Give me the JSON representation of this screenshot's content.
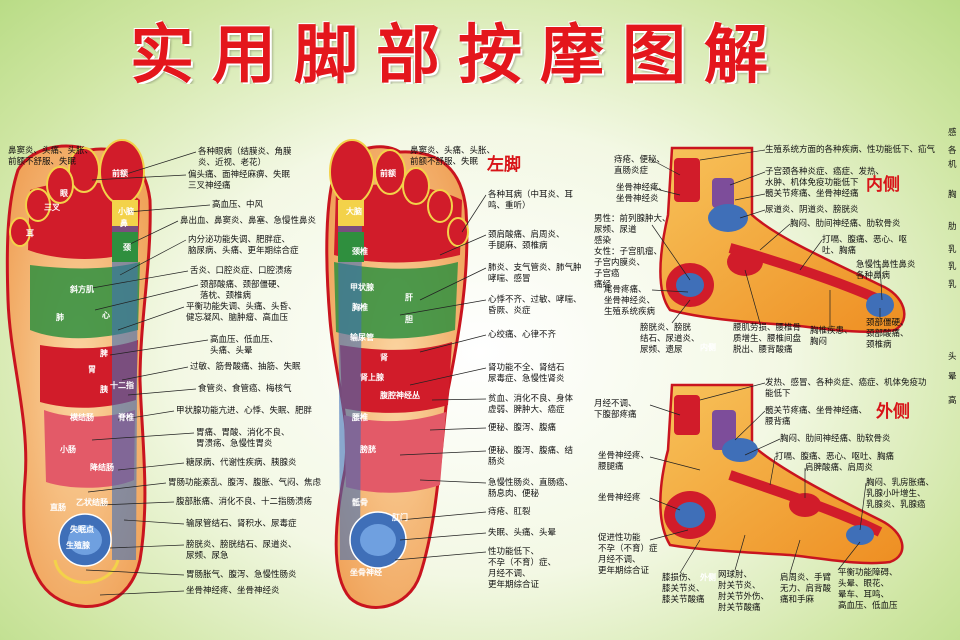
{
  "title": "实用脚部按摩图解",
  "headings": {
    "left_foot": "左脚",
    "inner": "内侧",
    "outer": "外侧"
  },
  "sole_labels": [
    {
      "id": "s1",
      "lines": [
        "鼻窦炎、头痛、头胀、",
        "前额不舒服、失眠"
      ]
    },
    {
      "id": "s2",
      "lines": [
        "各种耳病（中耳炎、耳",
        "鸣、重听）"
      ]
    },
    {
      "id": "s3",
      "lines": [
        "颈肩酸痛、肩周炎、",
        "手腿麻、颈椎病"
      ]
    },
    {
      "id": "s4",
      "lines": [
        "肺炎、支气管炎、肺气肿",
        "哮喘、感冒"
      ]
    },
    {
      "id": "s5",
      "lines": [
        "心悸不齐、过敏、哮喘、",
        "昏厥、炎症"
      ]
    },
    {
      "id": "s6",
      "lines": [
        "心绞痛、心律不齐"
      ]
    },
    {
      "id": "s7",
      "lines": [
        "肾功能不全、肾结石",
        "尿毒症、急慢性肾炎"
      ]
    },
    {
      "id": "s8",
      "lines": [
        "贫血、消化不良、身体",
        "虚弱、脾肿大、癌症"
      ]
    },
    {
      "id": "s9",
      "lines": [
        "便秘、腹泻、腹痛"
      ]
    },
    {
      "id": "s10",
      "lines": [
        "便秘、腹泻、腹痛、结",
        "肠炎"
      ]
    },
    {
      "id": "s11",
      "lines": [
        "急慢性肠炎、直肠癌、",
        "肠息肉、便秘"
      ]
    },
    {
      "id": "s12",
      "lines": [
        "痔疮、肛裂"
      ]
    },
    {
      "id": "s13",
      "lines": [
        "失眠、头痛、头晕"
      ]
    },
    {
      "id": "s14",
      "lines": [
        "性功能低下、",
        "不孕（不育）症、",
        "月经不调、",
        "更年期综合证"
      ]
    }
  ],
  "center_labels": [
    {
      "id": "c1",
      "lines": [
        "各种眼病（结膜炎、角膜",
        "炎、近视、老花）"
      ]
    },
    {
      "id": "c2",
      "lines": [
        "偏头痛、面神经麻痹、失眠",
        "三叉神经痛"
      ]
    },
    {
      "id": "c3",
      "lines": [
        "高血压、中风"
      ]
    },
    {
      "id": "c4",
      "lines": [
        "鼻出血、鼻窦炎、鼻塞、急慢性鼻炎"
      ]
    },
    {
      "id": "c5",
      "lines": [
        "内分泌功能失调、肥胖症、",
        "脑尿病、头痛、更年期综合症"
      ]
    },
    {
      "id": "c6",
      "lines": [
        "舌炎、口腔炎症、口腔溃疡"
      ]
    },
    {
      "id": "c7",
      "lines": [
        "颈部酸痛、颈部僵硬、",
        "落枕、颈椎病"
      ]
    },
    {
      "id": "c8",
      "lines": [
        "平衡功能失调、头痛、头昏、",
        "健忘凝风、脑肿瘤、高血压"
      ]
    },
    {
      "id": "c9",
      "lines": [
        "高血压、低血压、",
        "头痛、头晕"
      ]
    },
    {
      "id": "c10",
      "lines": [
        "过敏、筋骨酸痛、抽筋、失眠"
      ]
    },
    {
      "id": "c11",
      "lines": [
        "食管炎、食管癌、梅核气"
      ]
    },
    {
      "id": "c12",
      "lines": [
        "甲状腺功能亢进、心悸、失眠、肥胖"
      ]
    },
    {
      "id": "c13",
      "lines": [
        "胃痛、胃酸、消化不良、",
        "胃溃疡、急慢性胃炎"
      ]
    },
    {
      "id": "c14",
      "lines": [
        "糖尿病、代谢性疾病、胰腺炎"
      ]
    },
    {
      "id": "c15",
      "lines": [
        "胃肠功能紊乱、腹泻、腹胀、气闷、焦虑"
      ]
    },
    {
      "id": "c16",
      "lines": [
        "腹部胀痛、消化不良、十二指肠溃疡"
      ]
    },
    {
      "id": "c17",
      "lines": [
        "输尿管结石、肾积水、尿毒症"
      ]
    },
    {
      "id": "c18",
      "lines": [
        "膀胱炎、膀胱结石、尿道炎、",
        "尿频、尿急"
      ]
    },
    {
      "id": "c19",
      "lines": [
        "胃肠胀气、腹泻、急慢性肠炎"
      ]
    },
    {
      "id": "c20",
      "lines": [
        "坐骨神经疼、坐骨神经炎"
      ]
    }
  ],
  "inner_labels": [
    {
      "id": "i1",
      "lines": [
        "痔疮、便秘、",
        "直肠炎症"
      ]
    },
    {
      "id": "i2",
      "lines": [
        "坐骨神经疼、",
        "坐骨神经炎"
      ]
    },
    {
      "id": "i3",
      "lines": [
        "男性：前列腺肿大、",
        "尿频、尿道",
        "感染",
        "女性：子宫肌瘤、",
        "子宫内膜炎、",
        "子宫癌",
        "痛经"
      ]
    },
    {
      "id": "i4",
      "lines": [
        "尾骨疼痛、",
        "坐骨神经炎、",
        "生殖系统疾病"
      ]
    },
    {
      "id": "i5",
      "lines": [
        "膀胱炎、膀胱",
        "结石、尿道炎、",
        "尿频、遗尿"
      ]
    },
    {
      "id": "i6",
      "lines": [
        "腰肌劳损、腰椎骨",
        "质增生、腰椎间盘",
        "脱出、腰背酸痛"
      ]
    },
    {
      "id": "i7",
      "lines": [
        "胸椎疾患、",
        "胸闷"
      ]
    },
    {
      "id": "i8",
      "lines": [
        "颈部僵硬、",
        "颈部酸痛、",
        "颈椎病"
      ]
    },
    {
      "id": "i9",
      "lines": [
        "急慢性鼻性鼻炎",
        "各种鼻病"
      ]
    },
    {
      "id": "i10",
      "lines": [
        "打嗝、腹痛、恶心、呕",
        "吐、胸痛"
      ]
    },
    {
      "id": "i11",
      "lines": [
        "胸闷、肋间神经痛、肋软骨炎"
      ]
    },
    {
      "id": "i12",
      "lines": [
        "尿道炎、阴道炎、膀胱炎"
      ]
    },
    {
      "id": "i13",
      "lines": [
        "髋关节疼痛、坐骨神经痛"
      ]
    },
    {
      "id": "i14",
      "lines": [
        "子宫颈各种炎症、癌症、发热、",
        "水肿、机体免疫功能低下"
      ]
    },
    {
      "id": "i15",
      "lines": [
        "生殖系统方面的各种疾病、性功能低下、疝气"
      ]
    }
  ],
  "outer_labels": [
    {
      "id": "o1",
      "lines": [
        "发热、感冒、各种炎症、癌症、机体免疫功",
        "能低下"
      ]
    },
    {
      "id": "o2",
      "lines": [
        "月经不调、",
        "下腹部疼痛"
      ]
    },
    {
      "id": "o3",
      "lines": [
        "髋关节疼痛、坐骨神经痛、",
        "腰背痛"
      ]
    },
    {
      "id": "o4",
      "lines": [
        "胸闷、肋间神经痛、肋软骨炎"
      ]
    },
    {
      "id": "o5",
      "lines": [
        "坐骨神经疼、",
        "腰腿痛"
      ]
    },
    {
      "id": "o6",
      "lines": [
        "打嗝、腹痛、恶心、呕吐、胸痛"
      ]
    },
    {
      "id": "o7",
      "lines": [
        "肩脾酸痛、肩周炎"
      ]
    },
    {
      "id": "o8",
      "lines": [
        "坐骨神经疼"
      ]
    },
    {
      "id": "o9",
      "lines": [
        "胸闷、乳房胀痛、",
        "乳腺小叶增生、",
        "乳腺炎、乳腺癌"
      ]
    },
    {
      "id": "o10",
      "lines": [
        "促进性功能",
        "不孕（不育）症",
        "月经不调、",
        "更年期综合证"
      ]
    },
    {
      "id": "o11",
      "lines": [
        "平衡功能障碍、",
        "头晕、眼花、",
        "晕车、耳鸣、",
        "高血压、低血压"
      ]
    },
    {
      "id": "o12",
      "lines": [
        "膝损伤、",
        "膝关节炎、",
        "膝关节酸痛"
      ]
    },
    {
      "id": "o13",
      "lines": [
        "网球肘、",
        "肘关节炎、",
        "肘关节外伤、",
        "肘关节酸痛"
      ]
    },
    {
      "id": "o14",
      "lines": [
        "肩周炎、手臂",
        "无力、肩背酸",
        "痛和手麻"
      ]
    }
  ],
  "left_edge_labels": [
    {
      "id": "e1",
      "lines": [
        "鼻窦炎、头痛、头胀、",
        "前额不舒服、失眠"
      ]
    }
  ],
  "right_edge_fragments": [
    "感",
    "各",
    "机",
    "胸",
    "肋",
    "乳",
    "乳",
    "乳",
    "头",
    "晕",
    "高"
  ],
  "foot_zone_text": [
    "前额",
    "前额",
    "小脑",
    "三叉",
    "鼻",
    "颈",
    "眼",
    "耳",
    "斜方肌",
    "肺",
    "心",
    "脾",
    "胃",
    "胰",
    "十二指",
    "横结肠",
    "小肠",
    "降结肠",
    "乙状结肠",
    "直肠",
    "失眠点",
    "生殖腺",
    "大脑",
    "肾",
    "输尿管",
    "膀胱",
    "甲状腺",
    "肝",
    "胆",
    "腹腔神经丛",
    "肾上腺",
    "坐骨神经",
    "脊椎",
    "颈椎",
    "胸椎",
    "腰椎",
    "骶骨",
    "肛门",
    "内侧",
    "外侧"
  ],
  "colors": {
    "title": "#e4161c",
    "heading": "#d81418",
    "red_zone": "#d11c2a",
    "yellow_zone": "#f3d24a",
    "green_zone": "#2f8f3e",
    "blue_zone": "#3f6fb8",
    "orange_zone": "#f29b28",
    "purple_zone": "#7d4d9a"
  }
}
